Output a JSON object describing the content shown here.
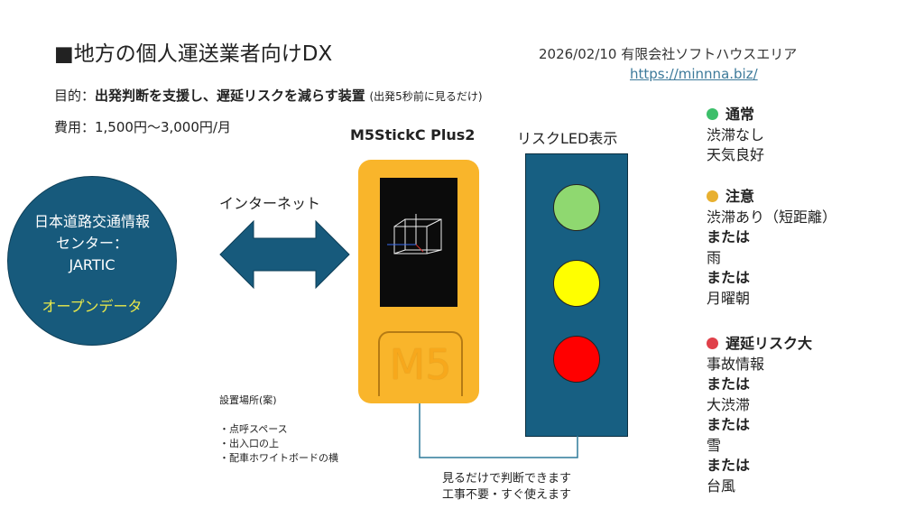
{
  "title": "■地方の個人運送業者向けDX",
  "date_company": "2026/02/10 有限会社ソフトハウスエリア",
  "url": "https://minnna.biz/",
  "purpose": {
    "label": "目的：",
    "main": "出発判断を支援し、遅延リスクを減らす装置",
    "sub": "(出発5秒前に見るだけ)"
  },
  "cost": "費用：1,500円～3,000円/月",
  "source": {
    "name": "日本道路交通情報センター：JARTIC",
    "open_data": "オープンデータ"
  },
  "internet": "インターネット",
  "device": {
    "label": "M5StickC Plus2",
    "logo": "M5"
  },
  "led": {
    "label": "リスクLED表示",
    "colors": [
      "#8fd870",
      "#ffff00",
      "#ff0000"
    ]
  },
  "placement": {
    "title": "設置場所(案)",
    "items": [
      "・点呼スペース",
      "・出入口の上",
      "・配車ホワイトボードの横"
    ]
  },
  "note": [
    "見るだけで判断できます",
    "工事不要・すぐ使えます"
  ],
  "legend": [
    {
      "title": "通常",
      "color": "#3cbf6a",
      "lines": [
        {
          "t": "渋滞なし"
        },
        {
          "t": "天気良好"
        }
      ]
    },
    {
      "title": "注意",
      "color": "#e8b030",
      "lines": [
        {
          "t": "渋滞あり（短距離）"
        },
        {
          "t": "または",
          "b": true
        },
        {
          "t": "雨"
        },
        {
          "t": "または",
          "b": true
        },
        {
          "t": "月曜朝"
        }
      ]
    },
    {
      "title": "遅延リスク大",
      "color": "#e0404a",
      "lines": [
        {
          "t": "事故情報"
        },
        {
          "t": "または",
          "b": true
        },
        {
          "t": "大渋滞"
        },
        {
          "t": "または",
          "b": true
        },
        {
          "t": "雪"
        },
        {
          "t": "または",
          "b": true
        },
        {
          "t": "台風"
        }
      ]
    }
  ]
}
